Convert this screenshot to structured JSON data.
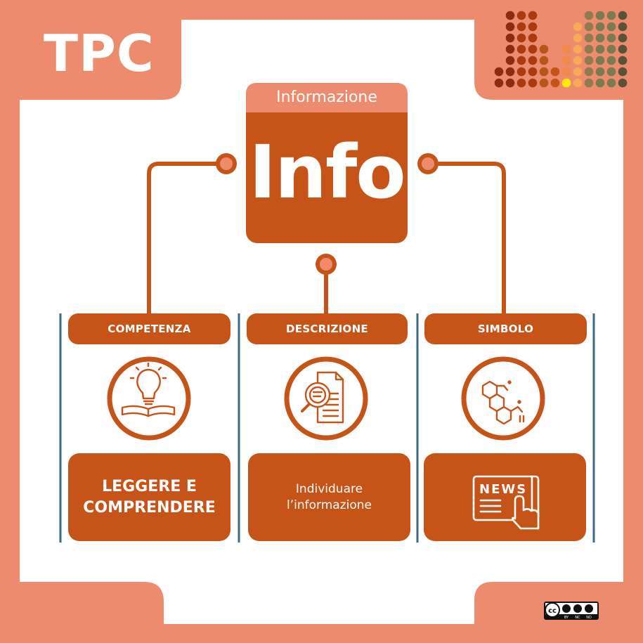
{
  "brand": {
    "title": "TPC"
  },
  "center_box": {
    "label": "Informazione",
    "word": "Info"
  },
  "columns": [
    {
      "header": "COMPETENZA",
      "icon": "lightbulb-book-icon",
      "body": "LEGGERE E\nCOMPRENDERE"
    },
    {
      "header": "DESCRIZIONE",
      "icon": "document-magnifier-icon",
      "body": "Individuare\nl’informazione"
    },
    {
      "header": "SIMBOLO",
      "icon": "molecule-icon",
      "body_icon": "news-tablet-icon",
      "news_text": "NEWS"
    }
  ],
  "license_badge": {
    "text": "cc",
    "labels": [
      "BY",
      "NC",
      "ND"
    ]
  },
  "colors": {
    "background": "#ec8b6e",
    "panel": "#ffffff",
    "primary": "#c65418",
    "light_header": "#ec8b6e",
    "separator": "#3e6a82"
  }
}
